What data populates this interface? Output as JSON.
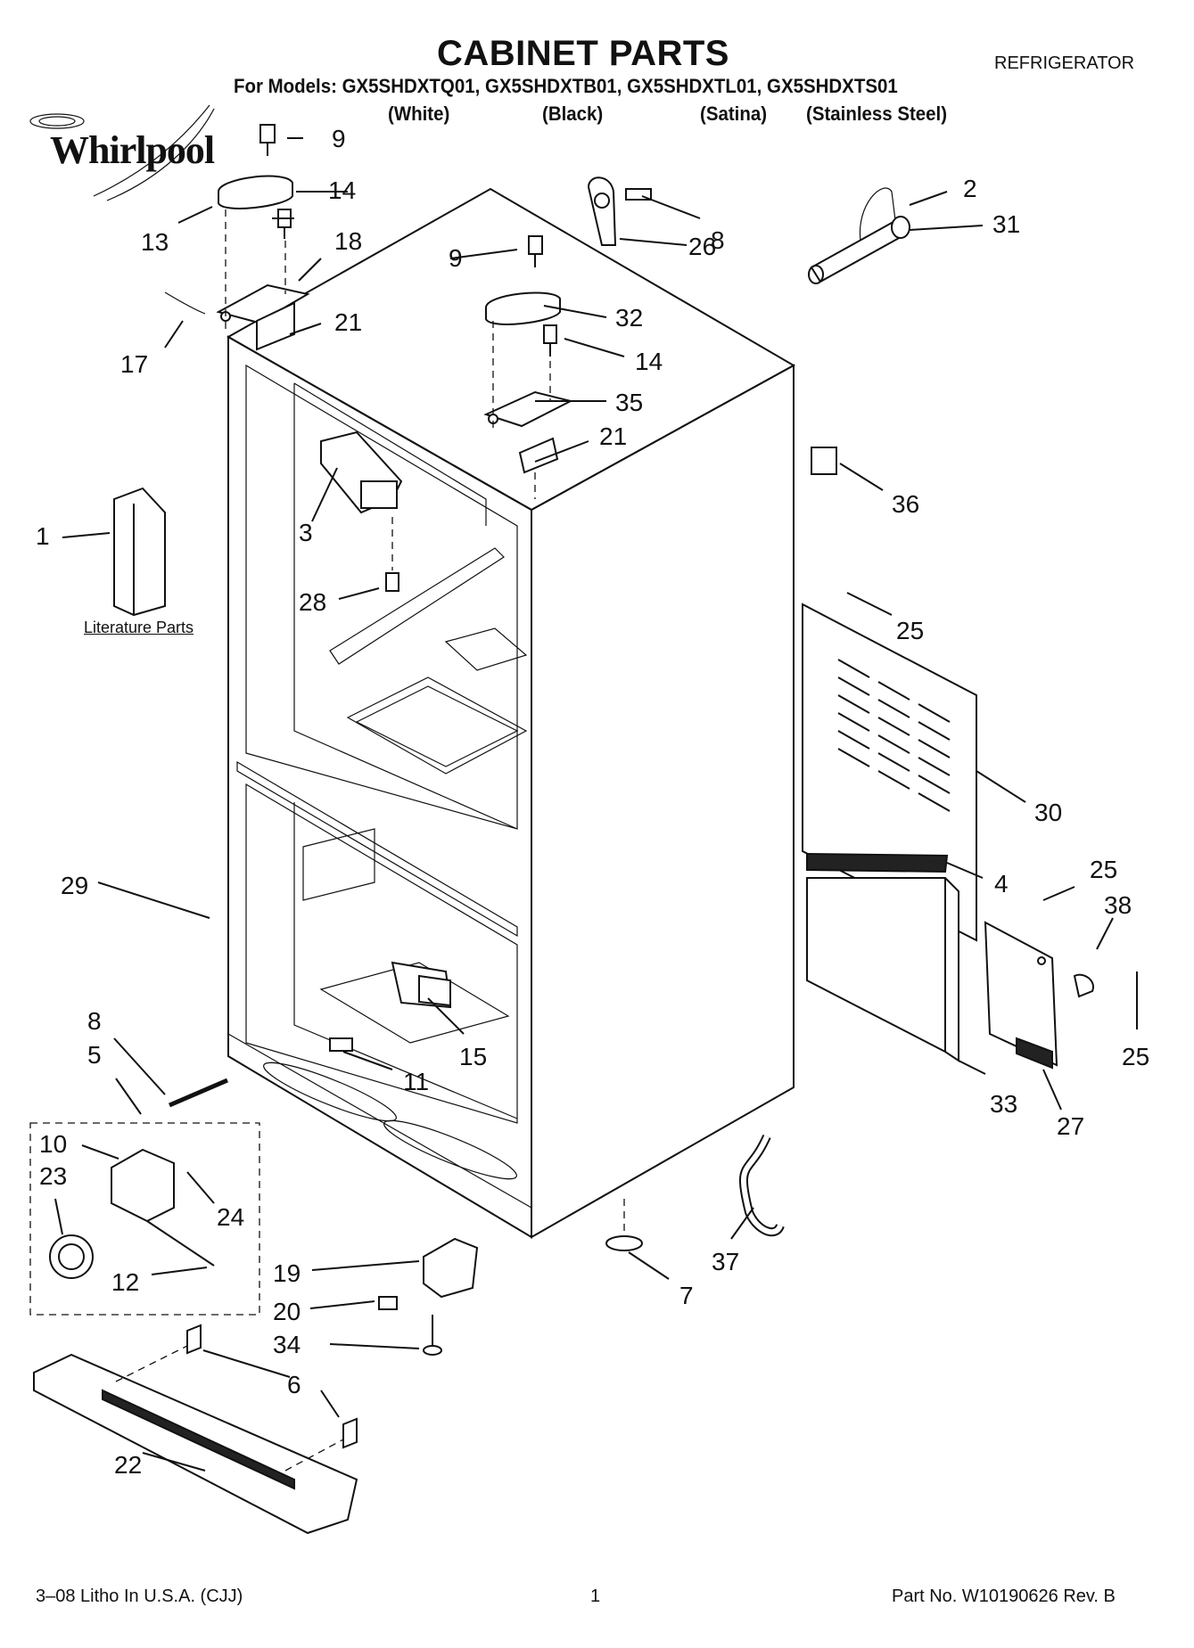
{
  "header": {
    "title": "CABINET PARTS",
    "category": "REFRIGERATOR",
    "models_line": "For Models: GX5SHDXTQ01, GX5SHDXTB01, GX5SHDXTL01, GX5SHDXTS01",
    "variants": [
      "(White)",
      "(Black)",
      "(Satina)",
      "(Stainless Steel)"
    ],
    "brand": "Whirlpool"
  },
  "literature_label": "Literature Parts",
  "callouts": [
    "9",
    "14",
    "13",
    "18",
    "21",
    "17",
    "9",
    "32",
    "14",
    "35",
    "21",
    "8",
    "26",
    "2",
    "31",
    "36",
    "1",
    "3",
    "28",
    "25",
    "30",
    "4",
    "25",
    "38",
    "25",
    "33",
    "27",
    "29",
    "15",
    "11",
    "8",
    "5",
    "10",
    "23",
    "24",
    "12",
    "19",
    "20",
    "34",
    "7",
    "37",
    "6",
    "22"
  ],
  "footer": {
    "left": "3–08 Litho In U.S.A. (CJJ)",
    "page": "1",
    "right": "Part No. W10190626 Rev. B"
  },
  "colors": {
    "line": "#111111",
    "background": "#ffffff"
  }
}
